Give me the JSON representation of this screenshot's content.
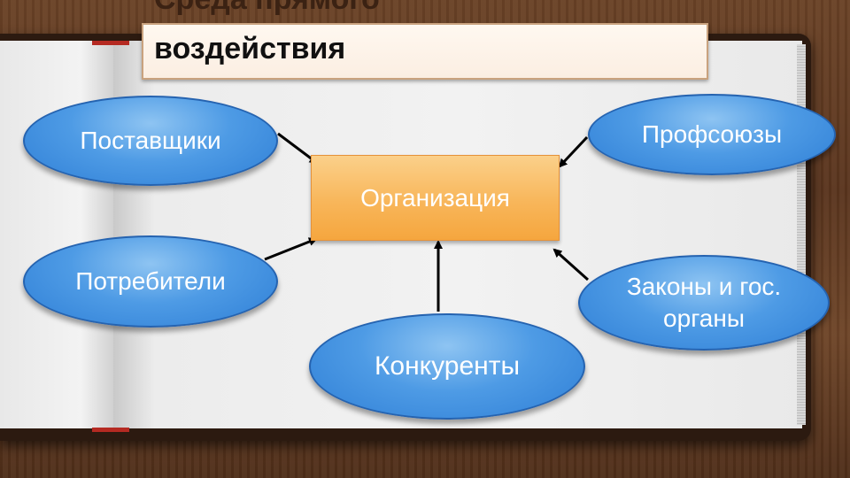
{
  "title": {
    "line1": "Среда прямого",
    "line2": "воздействия"
  },
  "center": {
    "label": "Организация"
  },
  "nodes": {
    "suppliers": "Поставщики",
    "consumers": "Потребители",
    "competitors": "Конкуренты",
    "unions": "Профсоюзы",
    "laws": "Законы и гос. органы"
  },
  "colors": {
    "ellipse_fill": "#4e9be5",
    "center_fill": "#f8b65a",
    "title_border": "#c9a27e",
    "background_wood": "#5a351e"
  }
}
